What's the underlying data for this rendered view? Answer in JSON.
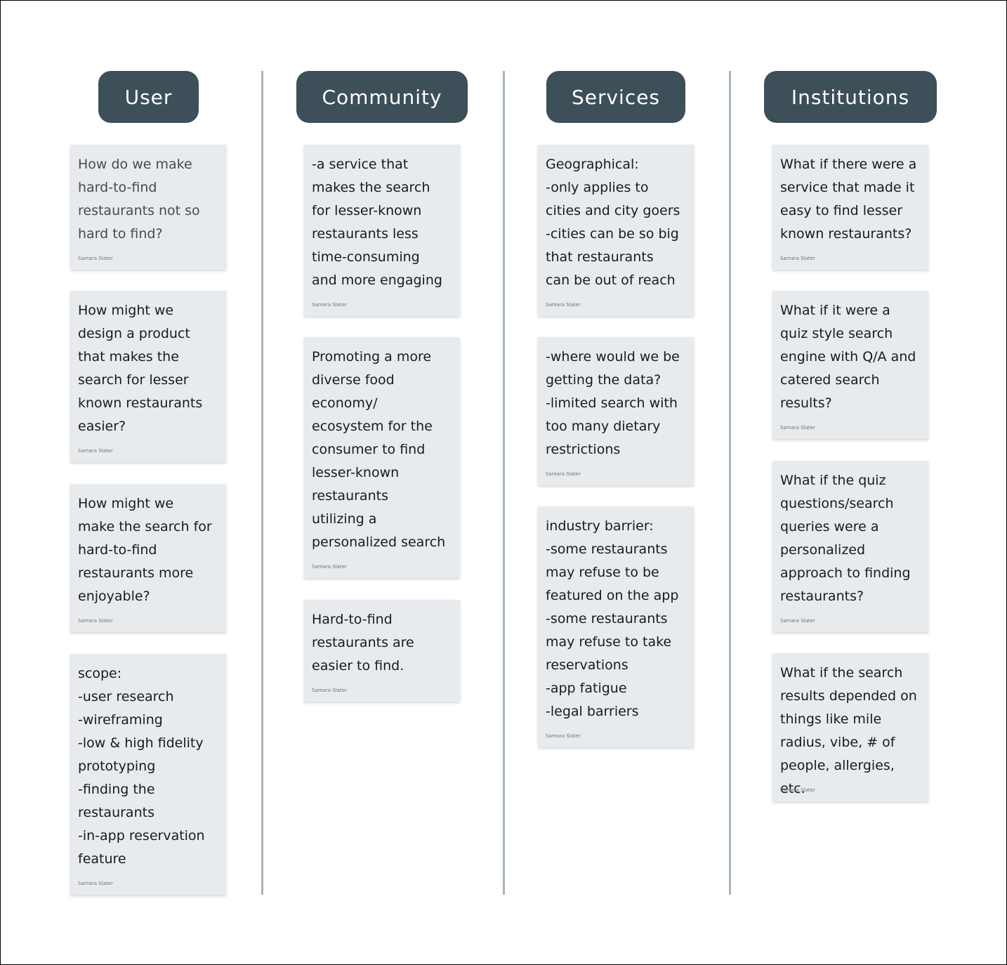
{
  "columns": [
    {
      "title": "User",
      "notes": [
        {
          "text": "How do we make\nhard-to-find\nrestaurants not so\nhard to find?",
          "author": "Samara Slater"
        },
        {
          "text": "How might we\ndesign a product\nthat makes the\nsearch for lesser\nknown restaurants\neasier?",
          "author": "Samara Slater"
        },
        {
          "text": "How might we\nmake the search for\nhard-to-find\nrestaurants more\nenjoyable?",
          "author": "Samara Slater"
        },
        {
          "text": "scope:\n-user research\n-wireframing\n-low & high fidelity\nprototyping\n-finding the\nrestaurants\n-in-app reservation\nfeature",
          "author": "Samara Slater"
        }
      ]
    },
    {
      "title": "Community",
      "notes": [
        {
          "text": "-a service that\nmakes the search\nfor lesser-known\nrestaurants less\ntime-consuming\nand more engaging",
          "author": "Samara Slater"
        },
        {
          "text": "Promoting a more\ndiverse food\neconomy/\necosystem for the\nconsumer to find\nlesser-known\nrestaurants\nutilizing a\npersonalized search",
          "author": "Samara Slater"
        },
        {
          "text": "Hard-to-find\nrestaurants are\neasier to find.",
          "author": "Samara Slater"
        }
      ]
    },
    {
      "title": "Services",
      "notes": [
        {
          "text": "Geographical:\n-only applies to\ncities and city goers\n-cities can be so big\nthat restaurants\ncan be out of reach",
          "author": "Samara Slater"
        },
        {
          "text": "-where would we be\ngetting the data?\n-limited search with\ntoo many dietary\nrestrictions",
          "author": "Samara Slater"
        },
        {
          "text": "industry barrier:\n-some restaurants\nmay refuse to be\nfeatured on the app\n-some restaurants\nmay refuse to take\nreservations\n-app fatigue\n-legal barriers",
          "author": "Samara Slater"
        }
      ]
    },
    {
      "title": "Institutions",
      "notes": [
        {
          "text": "What if there were a\nservice that made it\neasy to find lesser\nknown restaurants?",
          "author": "Samara Slater"
        },
        {
          "text": "What if it were a\nquiz style search\nengine with Q/A and\ncatered search\nresults?",
          "author": "Samara Slater"
        },
        {
          "text": "What if the quiz\nquestions/search\nqueries were a\npersonalized\napproach to finding\nrestaurants?",
          "author": "Samara Slater"
        },
        {
          "text": "What if the search\nresults depended on\nthings like mile\nradius, vibe, # of\npeople, allergies, etc.",
          "author": "Samara Slater"
        }
      ]
    }
  ],
  "colors": {
    "header_bg": "#3d4f59",
    "header_text": "#ffffff",
    "note_bg": "#e8ebee",
    "divider": "#a8b6c0"
  }
}
